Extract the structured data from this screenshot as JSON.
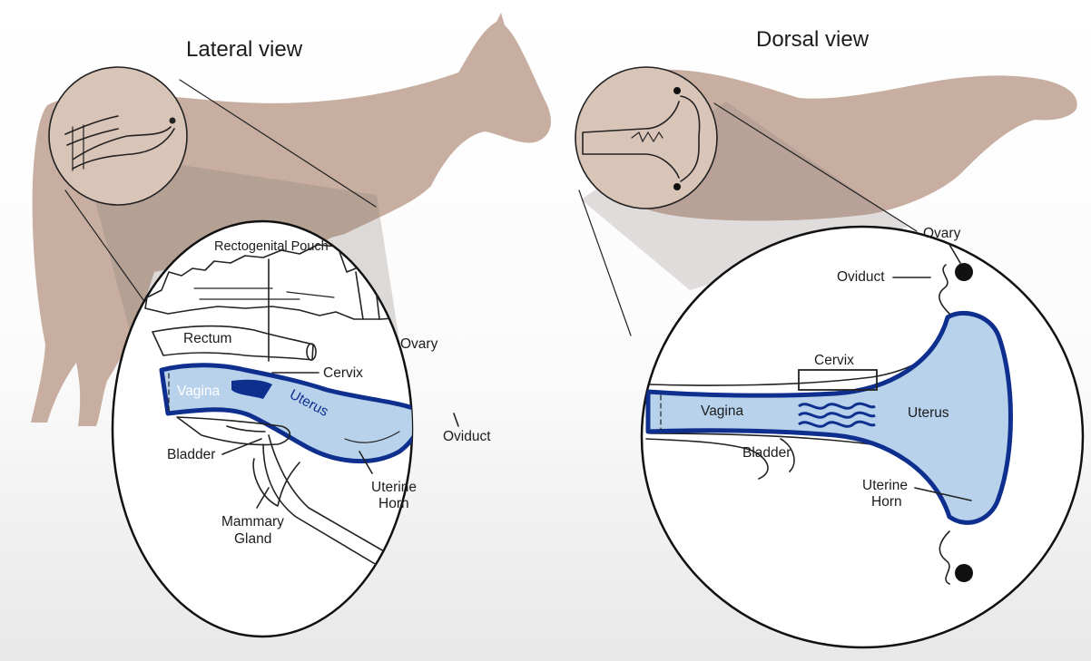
{
  "views": {
    "lateral": {
      "title": "Lateral view",
      "labels": {
        "rectogenital_pouch": "Rectogenital Pouch",
        "rectum": "Rectum",
        "cervix": "Cervix",
        "ovary": "Ovary",
        "vagina": "Vagina",
        "uterus": "Uterus",
        "oviduct": "Oviduct",
        "bladder": "Bladder",
        "uterine_horn_1": "Uterine",
        "uterine_horn_2": "Horn",
        "mammary_gland_1": "Mammary",
        "mammary_gland_2": "Gland"
      }
    },
    "dorsal": {
      "title": "Dorsal view",
      "labels": {
        "ovary": "Ovary",
        "oviduct": "Oviduct",
        "cervix": "Cervix",
        "vagina": "Vagina",
        "uterus": "Uterus",
        "bladder": "Bladder",
        "uterine_horn_1": "Uterine",
        "uterine_horn_2": "Horn"
      }
    }
  },
  "colors": {
    "horse_silhouette": "#c7aea0",
    "organ_fill": "#b8d2ec",
    "organ_outline": "#0f2f8f",
    "background_bottom": "#ececec"
  }
}
